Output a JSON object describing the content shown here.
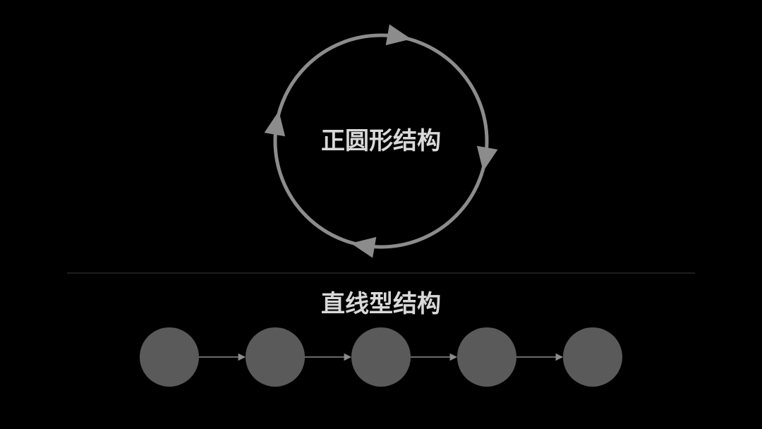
{
  "colors": {
    "background": "#000000",
    "cycle_stroke": "#8c8c8c",
    "node_fill": "#5a5a5a",
    "connector": "#8c8c8c",
    "divider": "#3a3a3a",
    "text": "#d9d9d9"
  },
  "circular": {
    "label": "正圆形结构",
    "arrow_count": 4
  },
  "linear": {
    "label": "直线型结构",
    "node_count": 5
  }
}
